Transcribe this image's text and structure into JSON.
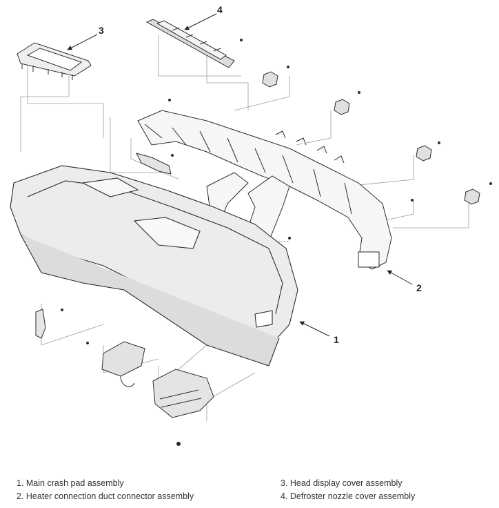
{
  "callouts": [
    {
      "id": "1",
      "text": "1"
    },
    {
      "id": "2",
      "text": "2"
    },
    {
      "id": "3",
      "text": "3"
    },
    {
      "id": "4",
      "text": "4"
    }
  ],
  "legend": [
    {
      "text": "1. Main crash pad assembly"
    },
    {
      "text": "2. Heater connection duct connector assembly"
    },
    {
      "text": "3. Head display cover assembly"
    },
    {
      "text": "4. Defroster nozzle cover assembly"
    }
  ],
  "colors": {
    "line": "#2a2a2a",
    "leader": "#9a9a9a",
    "panel": "#e9e9e9"
  }
}
